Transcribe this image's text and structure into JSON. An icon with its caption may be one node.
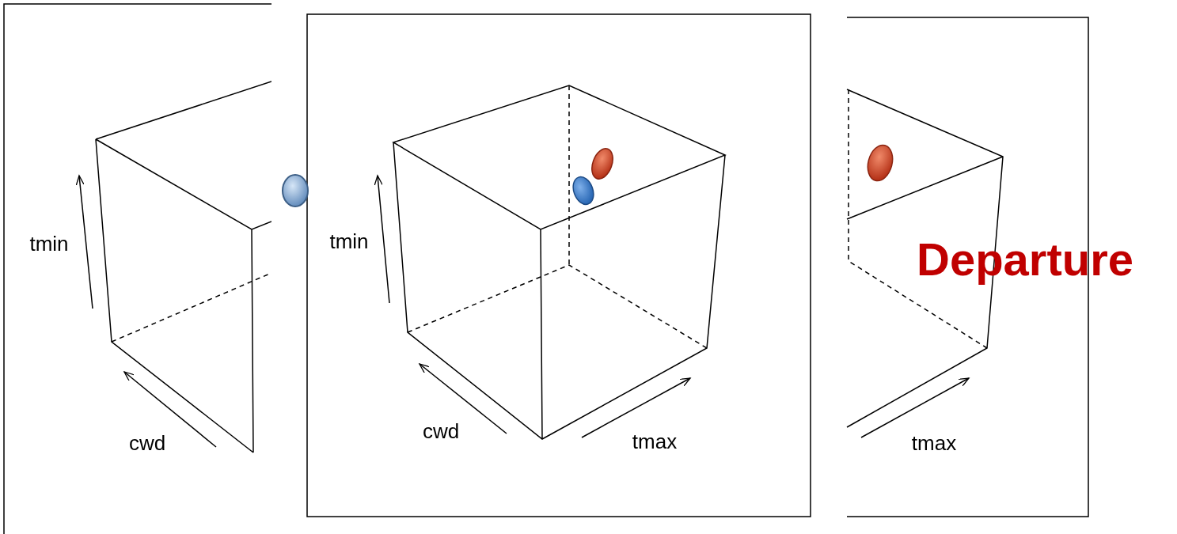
{
  "diagram": {
    "labels": [
      "tmin",
      "cwd",
      "tmin",
      "cwd",
      "tmax",
      "Departure",
      "tmax"
    ]
  }
}
